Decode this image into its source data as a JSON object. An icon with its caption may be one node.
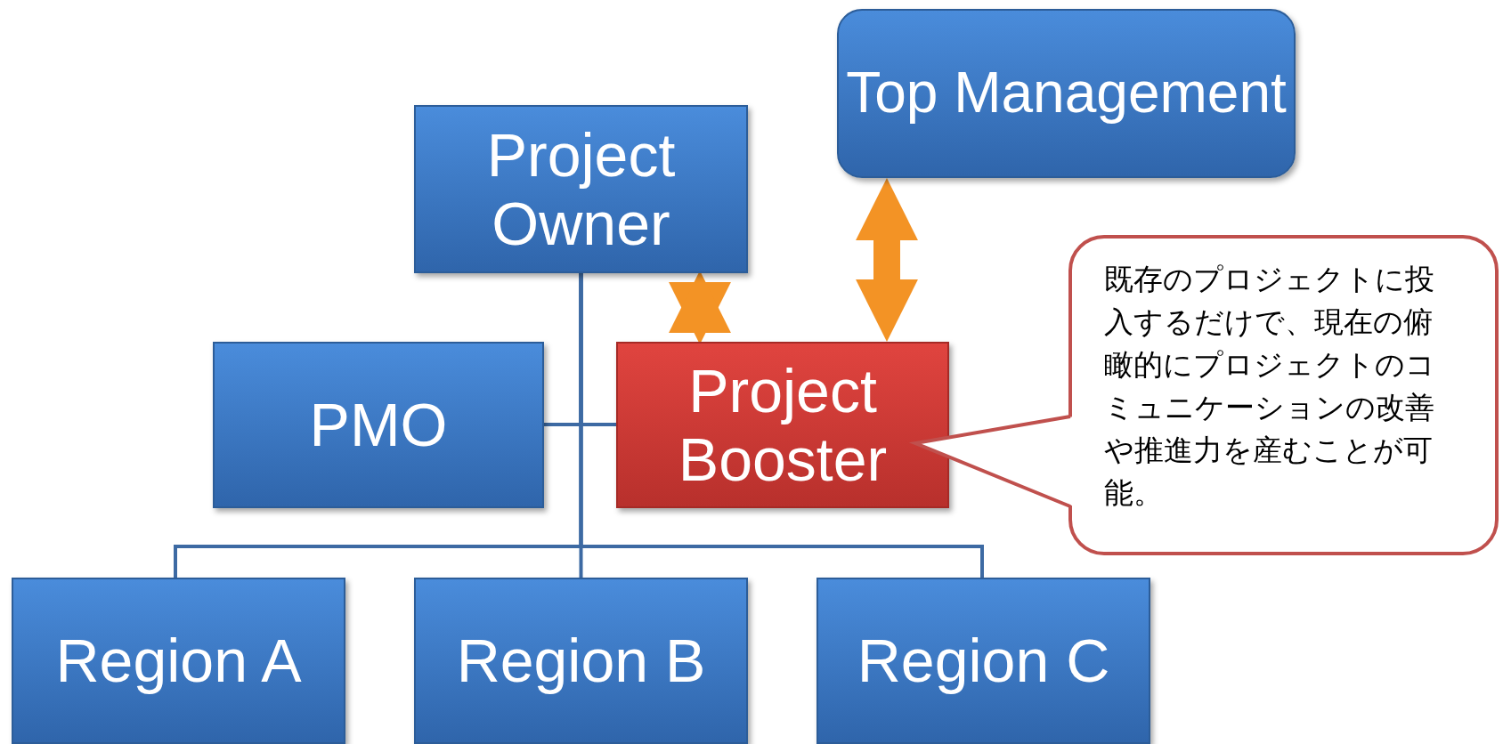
{
  "diagram": {
    "nodes": [
      {
        "text": [
          "Top Management"
        ]
      },
      {
        "text": [
          "Project Owner"
        ]
      },
      {
        "text": [
          "PMO"
        ]
      },
      {
        "text": [
          "Project Booster"
        ]
      },
      {
        "text": [
          "既存のプロジェクトに投入するだけで、現在の俯瞰的にプロジェクトのコミュニケーションの改善や推進力を産むことが可能。"
        ]
      },
      {
        "text": [
          "Region A"
        ]
      },
      {
        "text": [
          "Region B"
        ]
      },
      {
        "text": [
          "Region C"
        ]
      }
    ],
    "edges": [
      {
        "from": 1,
        "to": 2,
        "arrow": "none"
      },
      {
        "from": 1,
        "to": 3,
        "arrow": "none"
      },
      {
        "from": 1,
        "to": 5,
        "arrow": "none"
      },
      {
        "from": 1,
        "to": 6,
        "arrow": "none"
      },
      {
        "from": 1,
        "to": 7,
        "arrow": "none"
      },
      {
        "from": 1,
        "to": 3,
        "arrow": "both",
        "style": "thick",
        "color": "#f39325"
      },
      {
        "from": 0,
        "to": 3,
        "arrow": "both",
        "style": "thick",
        "color": "#f39325"
      }
    ]
  }
}
